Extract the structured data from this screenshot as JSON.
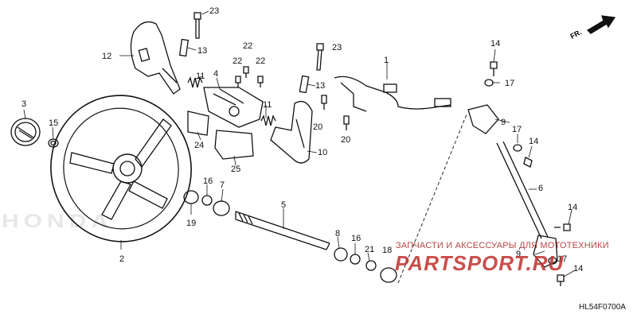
{
  "diagram": {
    "callouts": [
      {
        "id": "c23a",
        "text": "23"
      },
      {
        "id": "c13a",
        "text": "13"
      },
      {
        "id": "c12",
        "text": "12"
      },
      {
        "id": "c11a",
        "text": "11"
      },
      {
        "id": "c4",
        "text": "4"
      },
      {
        "id": "c22a",
        "text": "22"
      },
      {
        "id": "c22b",
        "text": "22"
      },
      {
        "id": "c22c",
        "text": "22"
      },
      {
        "id": "c23b",
        "text": "23"
      },
      {
        "id": "c13b",
        "text": "13"
      },
      {
        "id": "c1",
        "text": "1"
      },
      {
        "id": "c3",
        "text": "3"
      },
      {
        "id": "c15",
        "text": "15"
      },
      {
        "id": "c11b",
        "text": "11"
      },
      {
        "id": "c20a",
        "text": "20"
      },
      {
        "id": "c24",
        "text": "24"
      },
      {
        "id": "c10",
        "text": "10"
      },
      {
        "id": "c20b",
        "text": "20"
      },
      {
        "id": "c25",
        "text": "25"
      },
      {
        "id": "c16a",
        "text": "16"
      },
      {
        "id": "c7",
        "text": "7"
      },
      {
        "id": "c19",
        "text": "19"
      },
      {
        "id": "c5",
        "text": "5"
      },
      {
        "id": "c8",
        "text": "8"
      },
      {
        "id": "c16b",
        "text": "16"
      },
      {
        "id": "c21",
        "text": "21"
      },
      {
        "id": "c18",
        "text": "18"
      },
      {
        "id": "c2",
        "text": "2"
      },
      {
        "id": "c14a",
        "text": "14"
      },
      {
        "id": "c17a",
        "text": "17"
      },
      {
        "id": "c9a",
        "text": "9"
      },
      {
        "id": "c17b",
        "text": "17"
      },
      {
        "id": "c14b",
        "text": "14"
      },
      {
        "id": "c6",
        "text": "6"
      },
      {
        "id": "c14c",
        "text": "14"
      },
      {
        "id": "c9b",
        "text": "9"
      },
      {
        "id": "c17c",
        "text": "17"
      },
      {
        "id": "c14d",
        "text": "14"
      }
    ],
    "diagram_code": "HL54F0700A",
    "direction_label": "FR.",
    "watermark": {
      "text": "ЗАПЧАСТИ И АКСЕССУАРЫ ДЛЯ МОТОТЕХНИКИ",
      "logo": "PARTSPORT.RU",
      "logo_color": "#c0302c"
    },
    "background_mark": "HONDA"
  }
}
